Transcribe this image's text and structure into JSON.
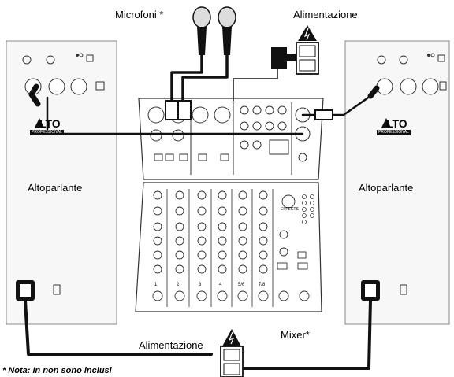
{
  "labels": {
    "microphones": "Microfoni *",
    "power_top": "Alimentazione",
    "speaker_left": "Altoparlante",
    "speaker_right": "Altoparlante",
    "power_bottom": "Alimentazione",
    "mixer": "Mixer*",
    "note": "* Nota: In non sono inclusi"
  },
  "brand": {
    "name": "LTO",
    "sub": "PROFESSIONAL"
  },
  "mixer": {
    "channels": [
      "1",
      "2",
      "3",
      "4",
      "5/6",
      "7/8"
    ],
    "effects_label": "EFFECTS"
  },
  "colors": {
    "cable": "#111111",
    "panel": "#ffffff",
    "outline": "#333333",
    "speaker_bg": "#f7f7f7",
    "warning": "#111111"
  }
}
